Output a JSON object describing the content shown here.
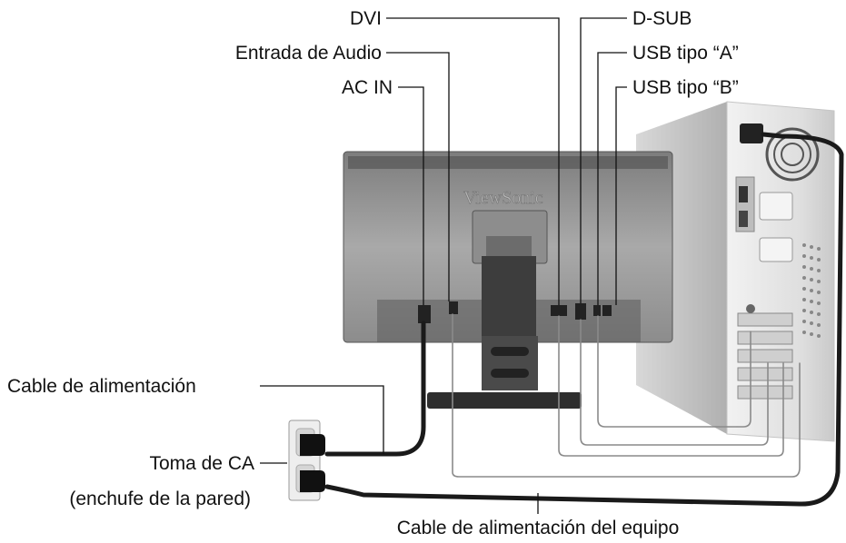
{
  "labels": {
    "dvi": "DVI",
    "audio_in": "Entrada de Audio",
    "ac_in": "AC IN",
    "dsub": "D-SUB",
    "usb_a": "USB tipo “A”",
    "usb_b": "USB tipo “B”",
    "power_cable": "Cable de alimentación",
    "outlet": "Toma de CA",
    "outlet_sub": "(enchufe de la pared)",
    "pc_power_cable": "Cable de alimentación del equipo"
  },
  "monitor": {
    "brand": "ViewSonic"
  },
  "colors": {
    "monitor_body": "#9a9a9a",
    "monitor_dark": "#5a5a5a",
    "pc_case": "#e2e2e2",
    "cable_black": "#111111",
    "cable_gray": "#8a8a8a"
  }
}
